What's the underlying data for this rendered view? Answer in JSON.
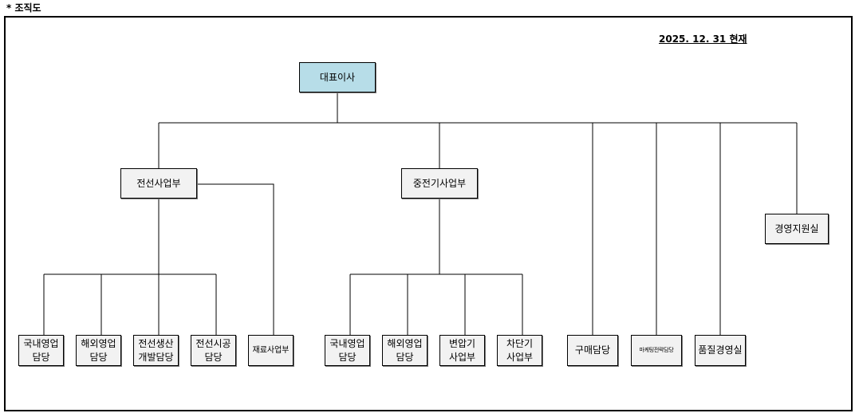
{
  "section_title": "* 조직도",
  "date_label": "2025. 12. 31 현재",
  "colors": {
    "ceo_fill": "#b7dde8",
    "box_fill": "#f2f2f2",
    "line": "#000000"
  },
  "org": {
    "ceo": "대표이사",
    "cable_division": {
      "name": "전선사업부",
      "units": [
        "국내영업\n담당",
        "해외영업\n담당",
        "전선생산\n개발담당",
        "전선시공\n담당"
      ],
      "materials": "재료사업부"
    },
    "heavy_electric_division": {
      "name": "중전기사업부",
      "units": [
        "국내영업\n담당",
        "해외영업\n담당",
        "변압기\n사업부",
        "차단기\n사업부"
      ]
    },
    "purchasing": "구매담당",
    "marketing_strategy": "마케팅전략담당",
    "quality_management": "품질경영실",
    "management_support": "경영지원실"
  }
}
